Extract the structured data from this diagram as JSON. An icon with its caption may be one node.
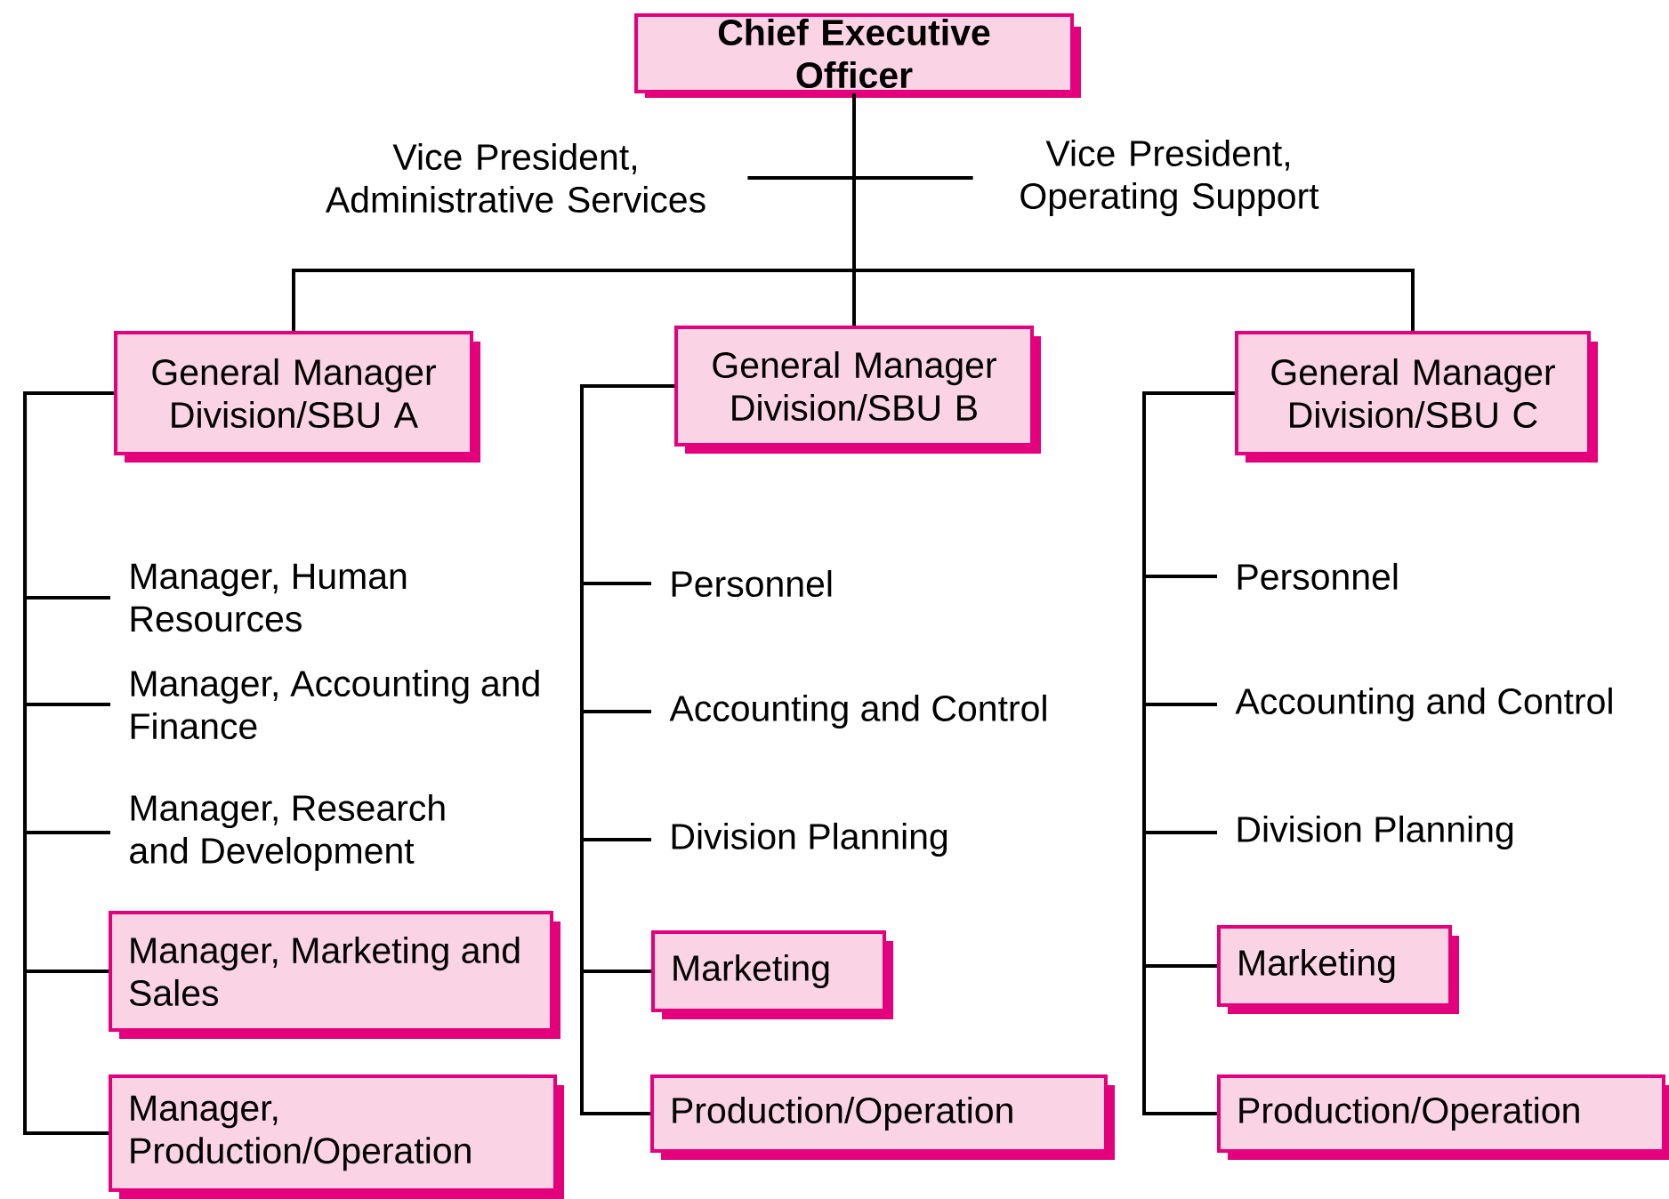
{
  "diagram": {
    "nodes": [
      {
        "text": [
          "**Chief Executive Officer**"
        ]
      },
      {
        "text": [
          "Vice President, Administrative Services"
        ]
      },
      {
        "text": [
          "Vice President, Operating Support"
        ]
      },
      {
        "text": [
          "General Manager Division/SBU A"
        ]
      },
      {
        "text": [
          "General Manager Division/SBU B"
        ]
      },
      {
        "text": [
          "General Manager Division/SBU C"
        ]
      },
      {
        "text": [
          "Manager, Human Resources"
        ]
      },
      {
        "text": [
          "Manager, Accounting and Finance"
        ]
      },
      {
        "text": [
          "Manager, Research and Development"
        ]
      },
      {
        "text": [
          "Manager, Marketing and Sales"
        ]
      },
      {
        "text": [
          "Manager, Production/Operation"
        ]
      },
      {
        "text": [
          "Personnel"
        ]
      },
      {
        "text": [
          "Accounting and Control"
        ]
      },
      {
        "text": [
          "Division Planning"
        ]
      },
      {
        "text": [
          "Marketing"
        ]
      },
      {
        "text": [
          "Production/Operation"
        ]
      },
      {
        "text": [
          "Personnel"
        ]
      },
      {
        "text": [
          "Accounting and Control"
        ]
      },
      {
        "text": [
          "Division Planning"
        ]
      },
      {
        "text": [
          "Marketing"
        ]
      },
      {
        "text": [
          "Production/Operation"
        ]
      }
    ],
    "edges": [
      {
        "from": 0,
        "to": 1,
        "arrow": "none"
      },
      {
        "from": 0,
        "to": 2,
        "arrow": "none"
      },
      {
        "from": 0,
        "to": 3,
        "arrow": "none"
      },
      {
        "from": 0,
        "to": 4,
        "arrow": "none"
      },
      {
        "from": 0,
        "to": 5,
        "arrow": "none"
      },
      {
        "from": 3,
        "to": 6,
        "arrow": "none"
      },
      {
        "from": 3,
        "to": 7,
        "arrow": "none"
      },
      {
        "from": 3,
        "to": 8,
        "arrow": "none"
      },
      {
        "from": 3,
        "to": 9,
        "arrow": "none"
      },
      {
        "from": 3,
        "to": 10,
        "arrow": "none"
      },
      {
        "from": 4,
        "to": 11,
        "arrow": "none"
      },
      {
        "from": 4,
        "to": 12,
        "arrow": "none"
      },
      {
        "from": 4,
        "to": 13,
        "arrow": "none"
      },
      {
        "from": 4,
        "to": 14,
        "arrow": "none"
      },
      {
        "from": 4,
        "to": 15,
        "arrow": "none"
      },
      {
        "from": 5,
        "to": 16,
        "arrow": "none"
      },
      {
        "from": 5,
        "to": 17,
        "arrow": "none"
      },
      {
        "from": 5,
        "to": 18,
        "arrow": "none"
      },
      {
        "from": 5,
        "to": 19,
        "arrow": "none"
      },
      {
        "from": 5,
        "to": 20,
        "arrow": "none"
      }
    ]
  }
}
